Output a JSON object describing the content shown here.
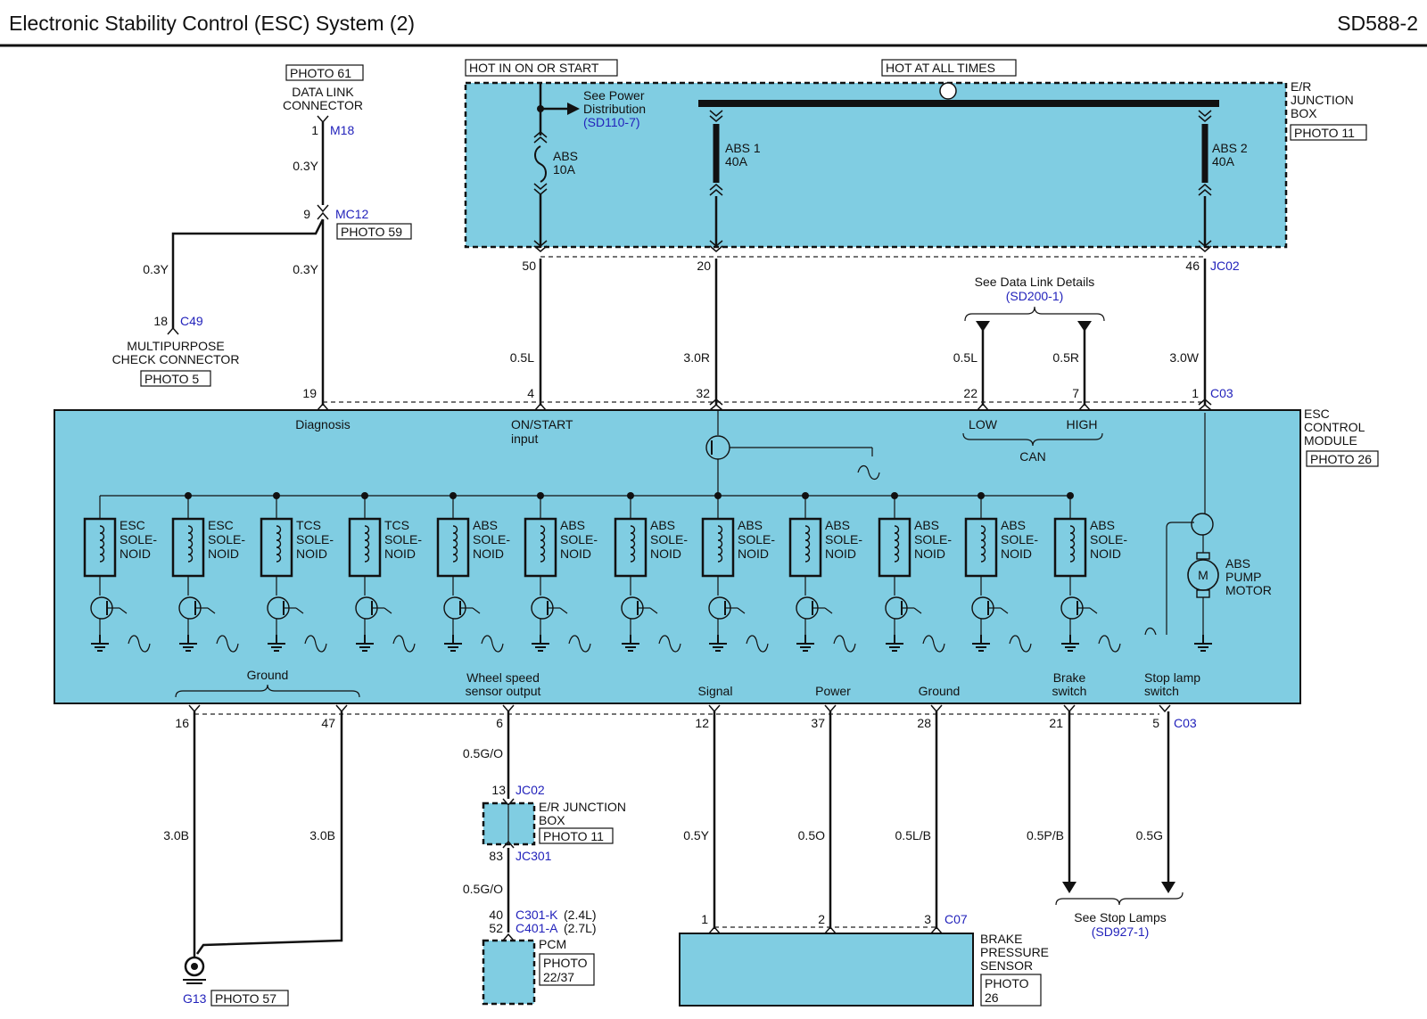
{
  "header": {
    "title": "Electronic Stability Control (ESC) System (2)",
    "code": "SD588-2"
  },
  "top": {
    "hot_in_on_or_start": "HOT IN ON OR START",
    "hot_at_all_times": "HOT AT ALL TIMES",
    "er_junction_box": [
      "E/R",
      "JUNCTION",
      "BOX"
    ],
    "er_junction_photo": "PHOTO 11",
    "see_power_distribution": [
      "See Power",
      "Distribution"
    ],
    "power_distribution_ref": "(SD110-7)",
    "fuse_abs": [
      "ABS",
      "10A"
    ],
    "fuse_abs1": [
      "ABS 1",
      "40A"
    ],
    "fuse_abs2": [
      "ABS 2",
      "40A"
    ]
  },
  "dlc": {
    "photo": "PHOTO 61",
    "name": [
      "DATA LINK",
      "CONNECTOR"
    ],
    "pin": "1",
    "conn": "M18",
    "wire1": "0.3Y",
    "mc12_pin": "9",
    "mc12": "MC12",
    "mc12_photo": "PHOTO 59",
    "wire2": "0.3Y",
    "wire3": "0.3Y",
    "c49_pin": "18",
    "c49": "C49",
    "mpc_name": [
      "MULTIPURPOSE",
      "CHECK CONNECTOR"
    ],
    "mpc_photo": "PHOTO 5"
  },
  "jc02_top": {
    "pins": [
      "50",
      "20",
      "46"
    ],
    "conn": "JC02",
    "wires": [
      "0.5L",
      "3.0R",
      "3.0W"
    ]
  },
  "data_link": {
    "see": "See Data Link Details",
    "ref": "(SD200-1)",
    "wires": [
      "0.5L",
      "0.5R"
    ]
  },
  "module": {
    "top_pins": [
      "19",
      "4",
      "32",
      "22",
      "7",
      "1"
    ],
    "top_conn": "C03",
    "name": [
      "ESC",
      "CONTROL",
      "MODULE"
    ],
    "photo": "PHOTO 26",
    "label_diagnosis": "Diagnosis",
    "label_onstart": [
      "ON/START",
      "input"
    ],
    "label_low": "LOW",
    "label_high": "HIGH",
    "label_can": "CAN",
    "solenoids": [
      [
        "ESC",
        "SOLE-",
        "NOID"
      ],
      [
        "ESC",
        "SOLE-",
        "NOID"
      ],
      [
        "TCS",
        "SOLE-",
        "NOID"
      ],
      [
        "TCS",
        "SOLE-",
        "NOID"
      ],
      [
        "ABS",
        "SOLE-",
        "NOID"
      ],
      [
        "ABS",
        "SOLE-",
        "NOID"
      ],
      [
        "ABS",
        "SOLE-",
        "NOID"
      ],
      [
        "ABS",
        "SOLE-",
        "NOID"
      ],
      [
        "ABS",
        "SOLE-",
        "NOID"
      ],
      [
        "ABS",
        "SOLE-",
        "NOID"
      ],
      [
        "ABS",
        "SOLE-",
        "NOID"
      ],
      [
        "ABS",
        "SOLE-",
        "NOID"
      ]
    ],
    "motor_symbol": "M",
    "motor_label": [
      "ABS",
      "PUMP",
      "MOTOR"
    ],
    "bottom_labels": {
      "ground": "Ground",
      "wheel_speed": [
        "Wheel speed",
        "sensor output"
      ],
      "signal": "Signal",
      "power": "Power",
      "ground2": "Ground",
      "brake_switch": [
        "Brake",
        "switch"
      ],
      "stop_lamp": [
        "Stop lamp",
        "switch"
      ]
    },
    "bottom_pins": [
      "16",
      "47",
      "6",
      "12",
      "37",
      "28",
      "21",
      "5"
    ],
    "bottom_conn": "C03"
  },
  "lower": {
    "ground_wires": [
      "3.0B",
      "3.0B"
    ],
    "g13": "G13",
    "g13_photo": "PHOTO 57",
    "ws_wire1": "0.5G/O",
    "jc02_pin": "13",
    "jc02": "JC02",
    "er_jb": [
      "E/R JUNCTION",
      "BOX"
    ],
    "er_jb_photo": "PHOTO 11",
    "jc301_pin": "83",
    "jc301": "JC301",
    "ws_wire2": "0.5G/O",
    "pcm_pin1": "40",
    "pcm_conn1": "C301-K",
    "pcm_conn1_note": "(2.4L)",
    "pcm_pin2": "52",
    "pcm_conn2": "C401-A",
    "pcm_conn2_note": "(2.7L)",
    "pcm": "PCM",
    "pcm_photo": [
      "PHOTO",
      "22/37"
    ],
    "sensor_wires": [
      "0.5Y",
      "0.5O",
      "0.5L/B"
    ],
    "sensor_pins": [
      "1",
      "2",
      "3"
    ],
    "sensor_conn": "C07",
    "sensor_name": [
      "BRAKE",
      "PRESSURE",
      "SENSOR"
    ],
    "sensor_photo": [
      "PHOTO",
      "26"
    ],
    "stop_wires": [
      "0.5P/B",
      "0.5G"
    ],
    "see_stop": "See Stop Lamps",
    "stop_ref": "(SD927-1)"
  }
}
